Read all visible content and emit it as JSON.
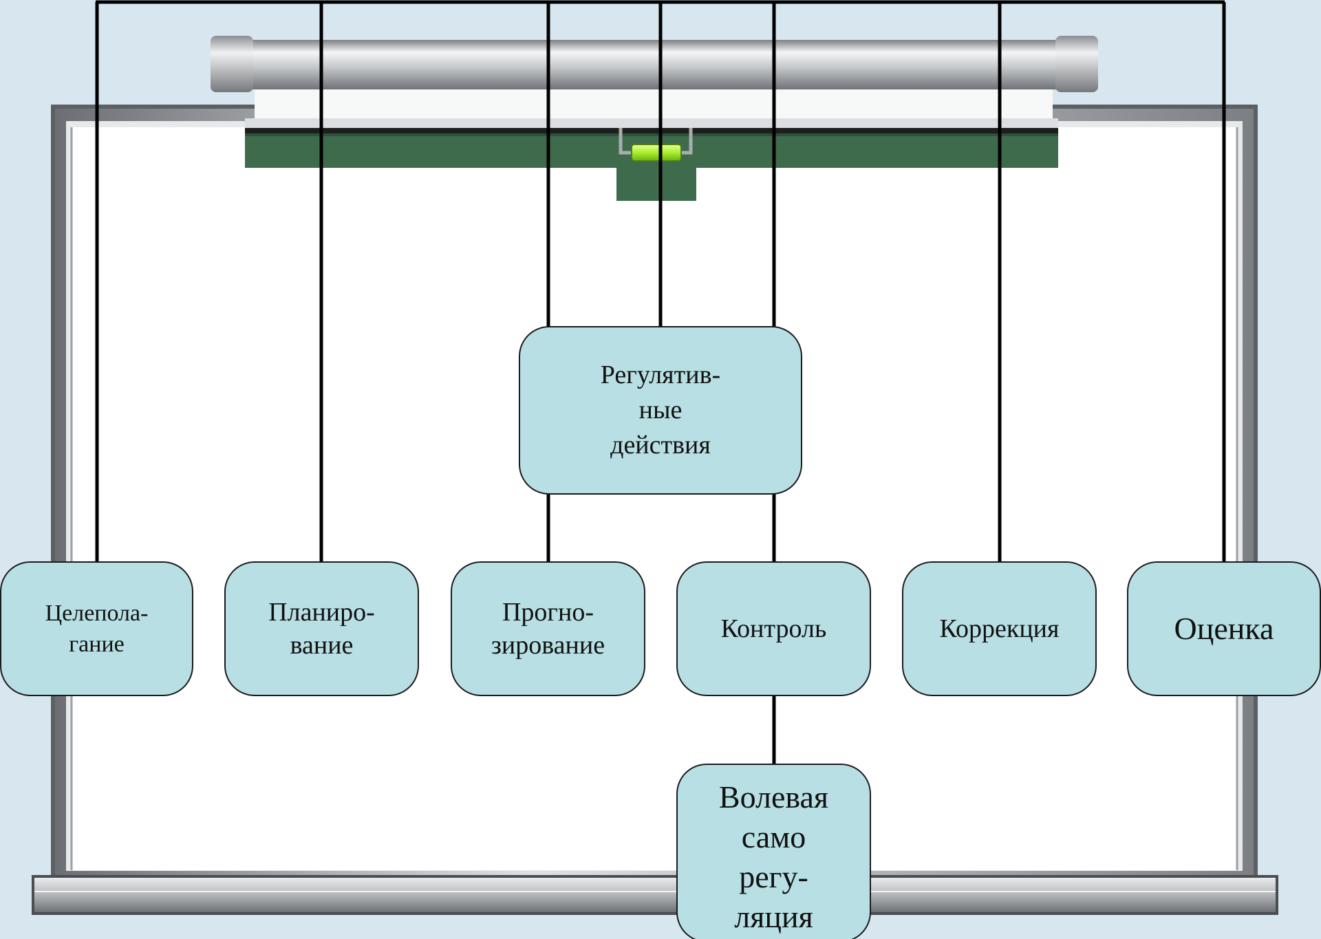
{
  "diagram": {
    "root": {
      "label": "Регулятив-\nные\nдействия"
    },
    "children": [
      {
        "id": "goal",
        "label": "Целепола-\nгание"
      },
      {
        "id": "plan",
        "label": "Планиро-\nвание"
      },
      {
        "id": "forecast",
        "label": "Прогно-\nзирование"
      },
      {
        "id": "control",
        "label": "Контроль"
      },
      {
        "id": "correction",
        "label": "Коррекция"
      },
      {
        "id": "assessment",
        "label": "Оценка"
      }
    ],
    "sub": {
      "parent": "control",
      "label": "Волевая\nсамо\nрегу-\nляция"
    }
  },
  "colors": {
    "background": "#d8e7ef",
    "node_fill": "#b8e0e4",
    "node_border": "#1a1a1a",
    "connector": "#000000",
    "board_frame": "#a7abaf",
    "board_surface": "#ffffff",
    "board_header": "#3f6b4d",
    "level_indicator": "#b6f24a"
  },
  "icons": {
    "whiteboard": "whiteboard-icon",
    "level": "level-indicator-icon"
  }
}
